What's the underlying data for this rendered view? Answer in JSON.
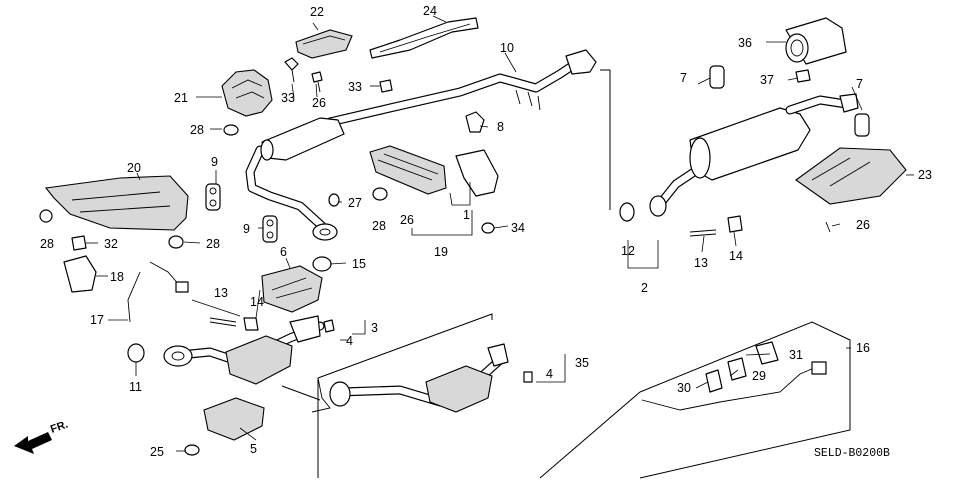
{
  "diagram_code": "SELD-B0200B",
  "direction_label": "FR.",
  "callouts": {
    "n1": "1",
    "n2": "2",
    "n3": "3",
    "n4a": "4",
    "n4b": "4",
    "n5": "5",
    "n6": "6",
    "n7a": "7",
    "n7b": "7",
    "n8": "8",
    "n9a": "9",
    "n9b": "9",
    "n10": "10",
    "n11": "11",
    "n12": "12",
    "n13a": "13",
    "n13b": "13",
    "n14a": "14",
    "n14b": "14",
    "n15": "15",
    "n16": "16",
    "n17": "17",
    "n18": "18",
    "n19": "19",
    "n20": "20",
    "n21": "21",
    "n22": "22",
    "n23": "23",
    "n24": "24",
    "n25": "25",
    "n26a": "26",
    "n26b": "26",
    "n26c": "26",
    "n27": "27",
    "n28a": "28",
    "n28b": "28",
    "n28c": "28",
    "n28d": "28",
    "n29": "29",
    "n30": "30",
    "n31": "31",
    "n32": "32",
    "n33a": "33",
    "n33b": "33",
    "n34": "34",
    "n35": "35",
    "n36": "36",
    "n37": "37"
  }
}
